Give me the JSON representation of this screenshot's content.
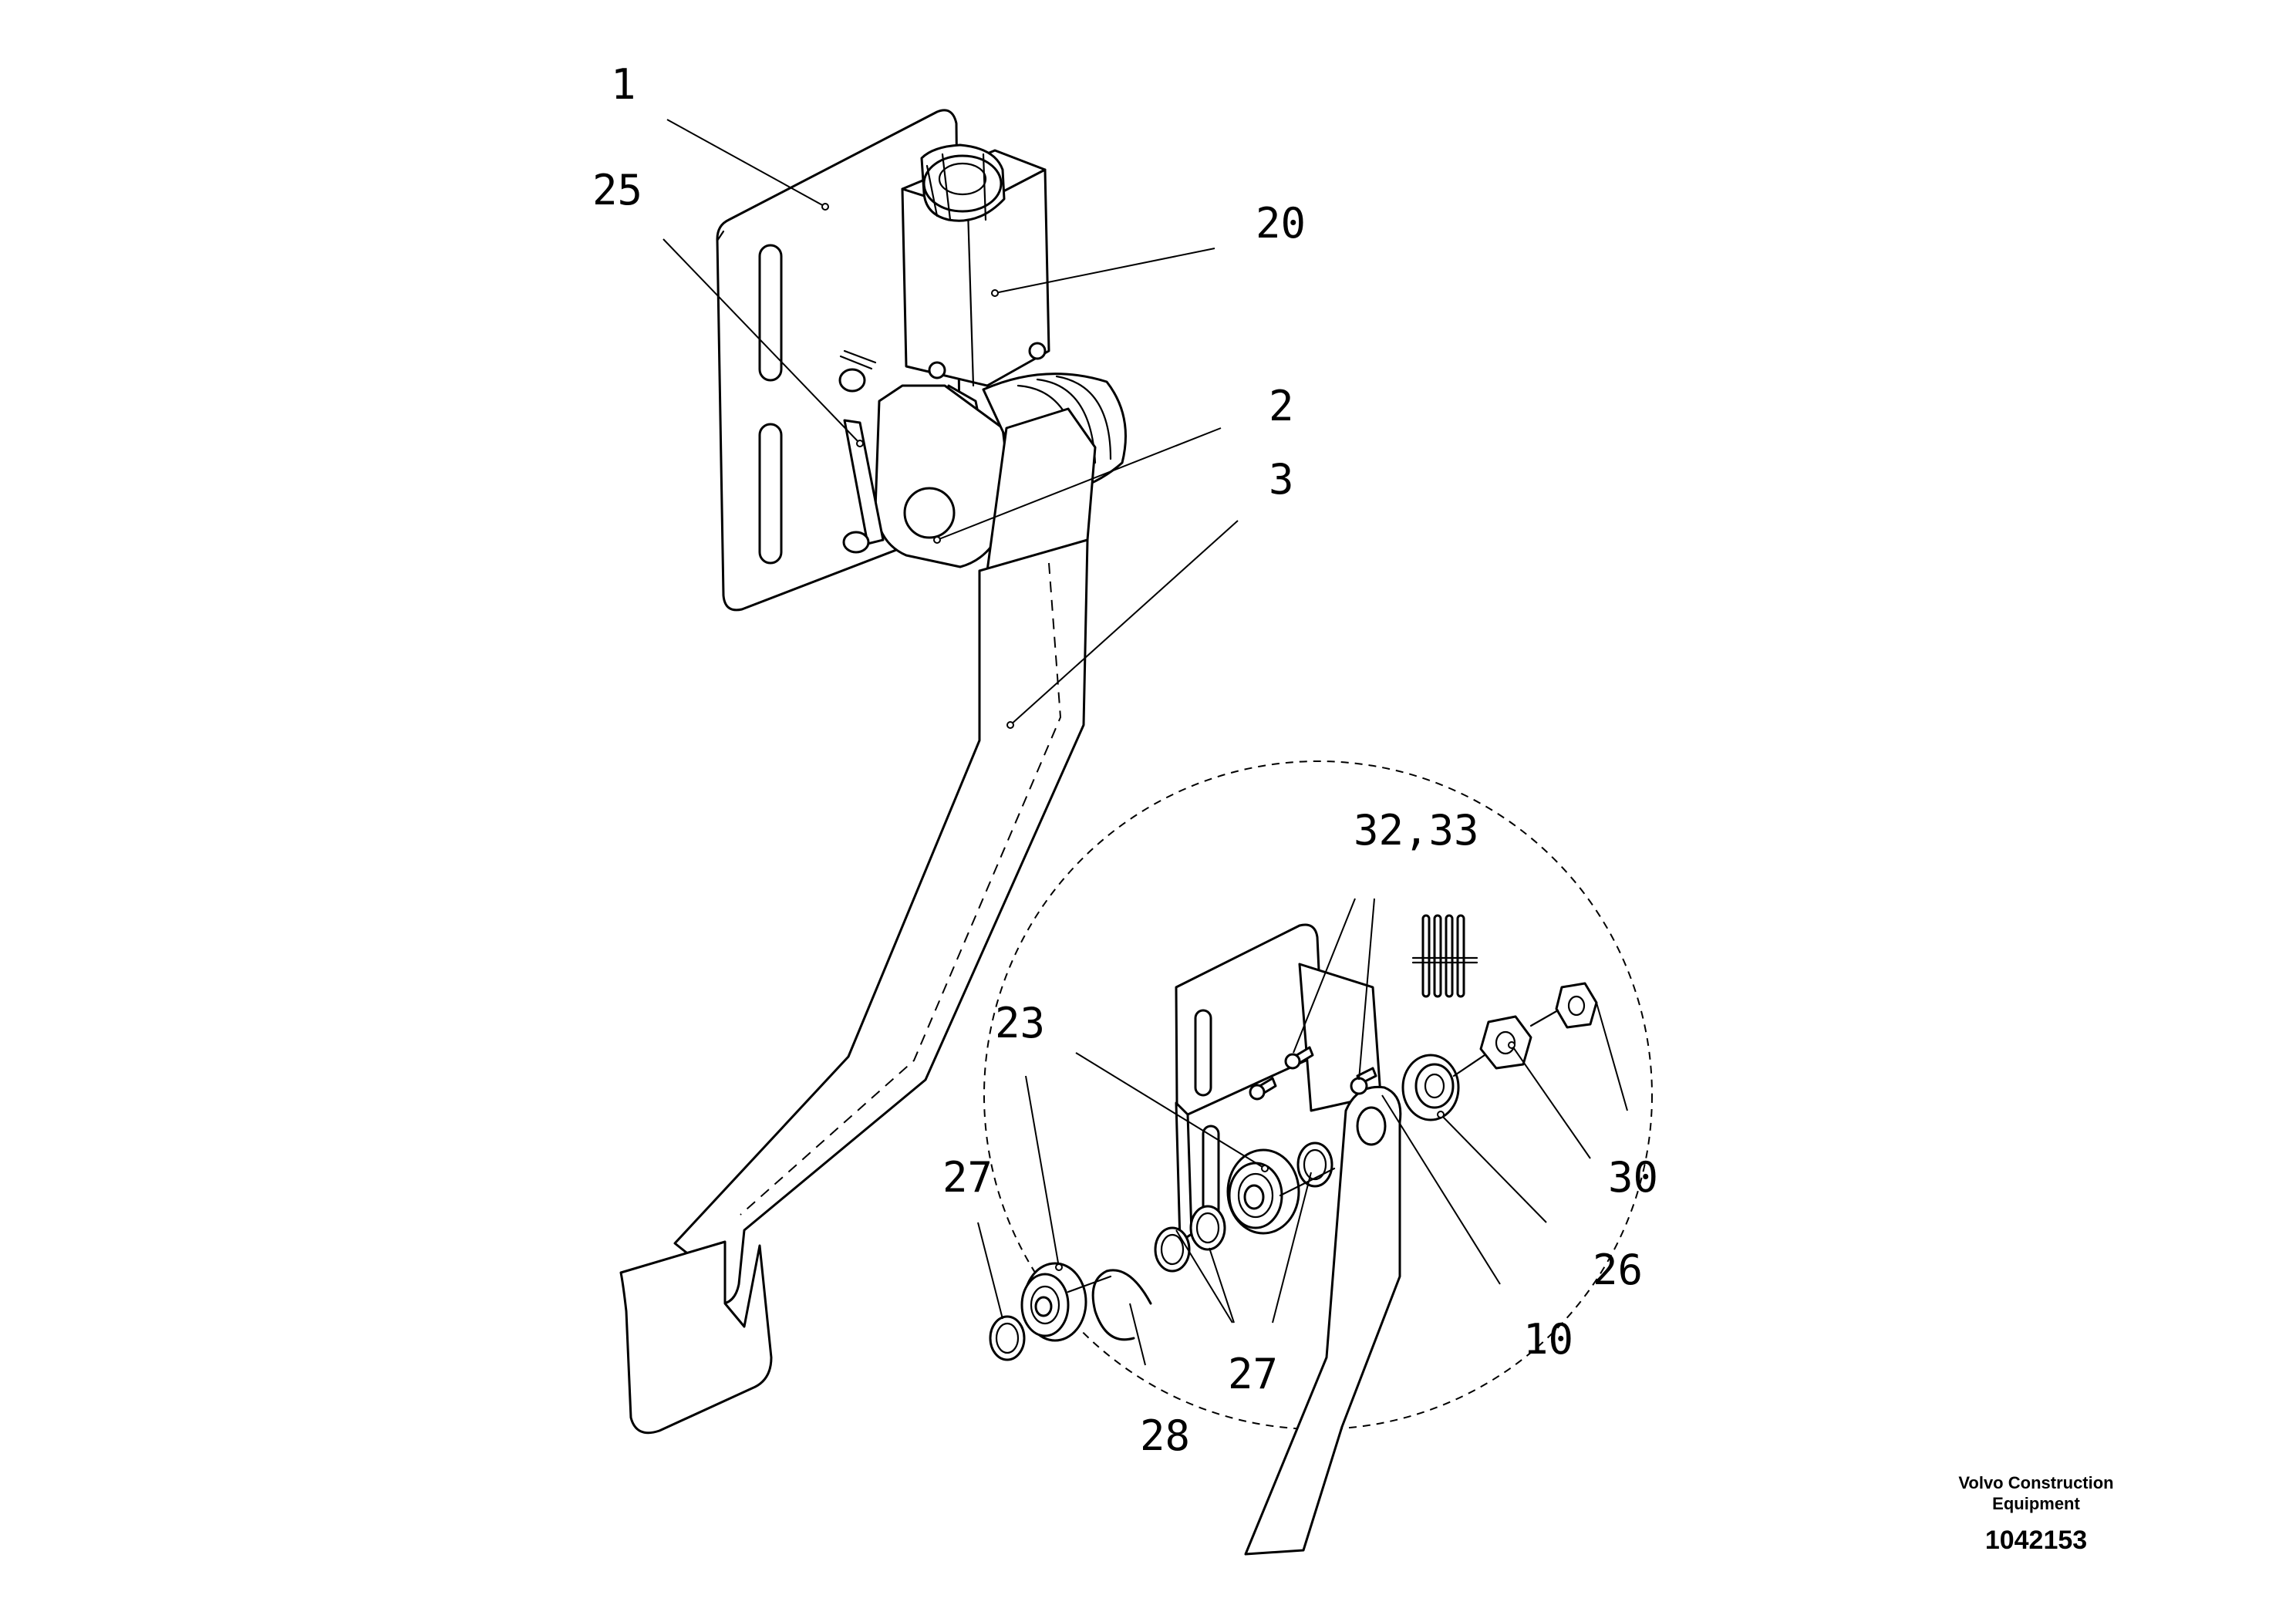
{
  "callouts": {
    "c1": "1",
    "c25": "25",
    "c20": "20",
    "c2": "2",
    "c3": "3",
    "c3233": "32,33",
    "c23": "23",
    "c27a": "27",
    "c27b": "27",
    "c28": "28",
    "c30": "30",
    "c26": "26",
    "c10": "10"
  },
  "footer": {
    "brand_line_1": "Volvo Construction",
    "brand_line_2": "Equipment",
    "drawing_number": "1042153"
  }
}
